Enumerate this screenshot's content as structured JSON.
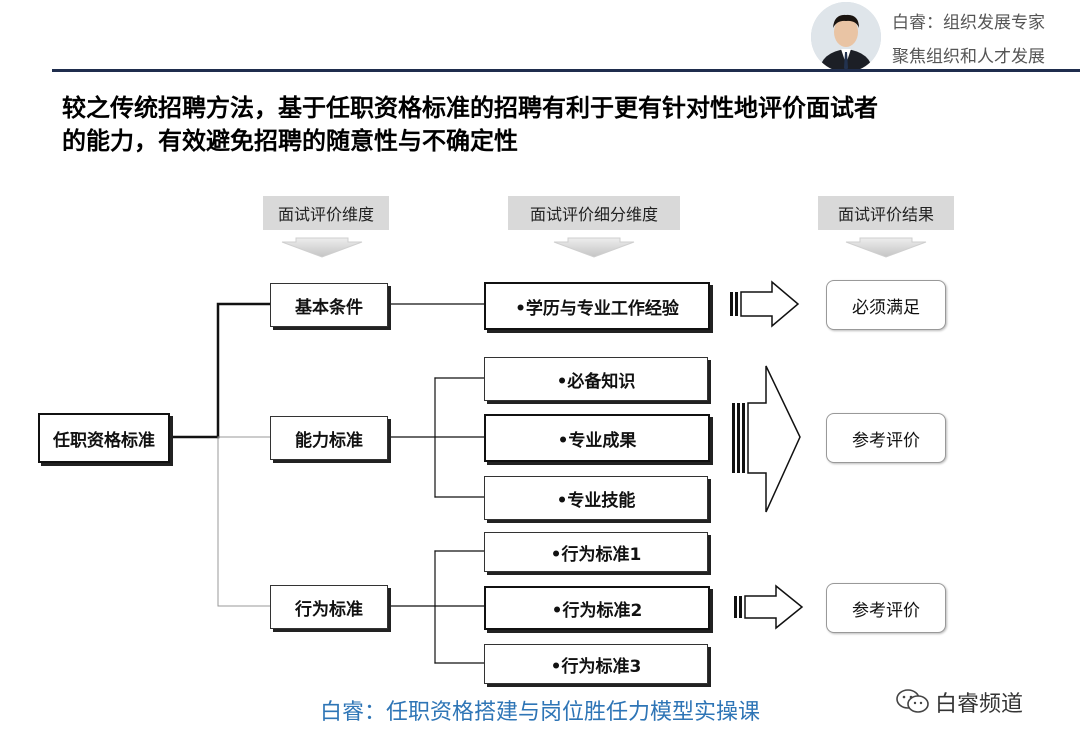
{
  "header": {
    "author_line1": "白睿：组织发展专家",
    "author_line2": "聚焦组织和人才发展"
  },
  "title": {
    "line1": "较之传统招聘方法，基于任职资格标准的招聘有利于更有针对性地评价面试者",
    "line2": "的能力，有效避免招聘的随意性与不确定性"
  },
  "columns": {
    "col1": "面试评价维度",
    "col2": "面试评价细分维度",
    "col3": "面试评价结果"
  },
  "root": "任职资格标准",
  "dimensions": [
    "基本条件",
    "能力标准",
    "行为标准"
  ],
  "sub_dimensions": {
    "basic": [
      "•学历与专业工作经验"
    ],
    "ability": [
      "•必备知识",
      "•专业成果",
      "•专业技能"
    ],
    "behavior": [
      "•行为标准1",
      "•行为标准2",
      "•行为标准3"
    ]
  },
  "results": [
    "必须满足",
    "参考评价",
    "参考评价"
  ],
  "footer": "白睿：任职资格搭建与岗位胜任力模型实操课",
  "watermark": "白睿频道",
  "colors": {
    "header_line": "#1f2d4d",
    "footer_text": "#2e75b6",
    "column_head_bg": "#d9d9d9"
  }
}
